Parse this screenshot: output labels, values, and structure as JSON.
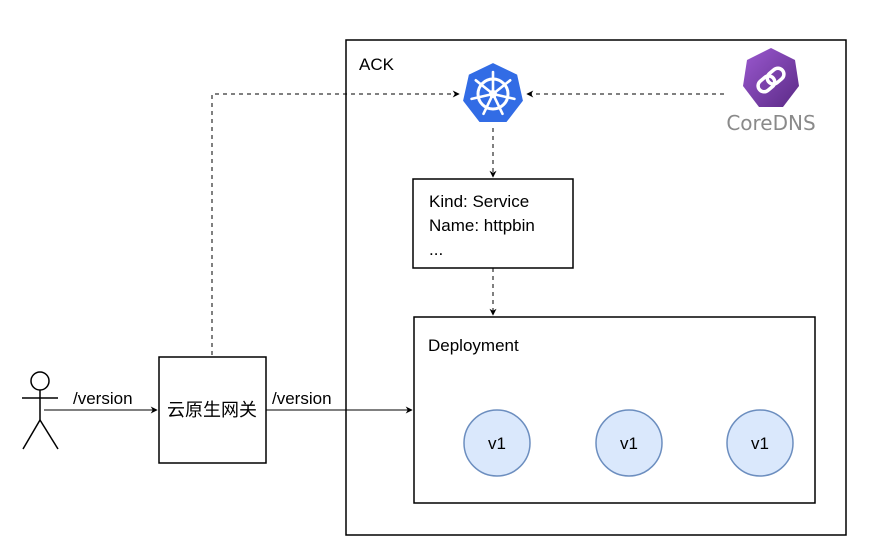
{
  "cluster": {
    "label": "ACK"
  },
  "service": {
    "line1": "Kind: Service",
    "line2": "Name: httpbin",
    "line3": "..."
  },
  "deployment": {
    "label": "Deployment",
    "pods": [
      "v1",
      "v1",
      "v1"
    ]
  },
  "gateway": {
    "label": "云原生网关"
  },
  "edges": {
    "user_to_gateway": "/version",
    "gateway_to_deployment": "/version"
  },
  "coredns": {
    "label": "CoreDNS"
  },
  "colors": {
    "kubernetes": "#326ce5",
    "pod_fill": "#dae8fc",
    "pod_stroke": "#6c8ebf",
    "coredns_purple": "#7b3fb0"
  }
}
